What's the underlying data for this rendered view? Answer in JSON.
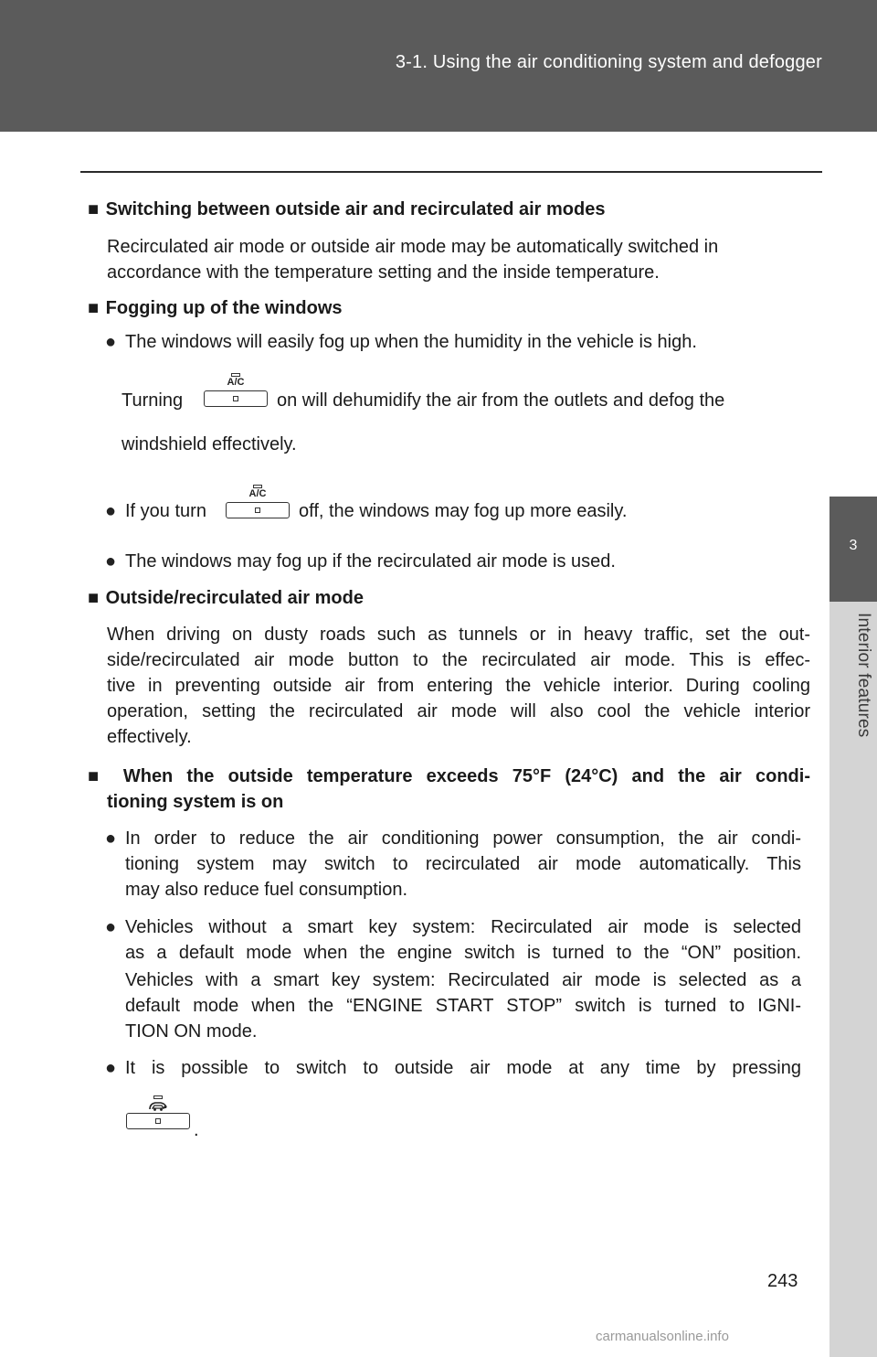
{
  "header": {
    "section_title": "3-1. Using the air conditioning system and defogger"
  },
  "side_tab": {
    "number": "3",
    "label": "Interior features"
  },
  "sections": {
    "switching": {
      "heading": "Switching between outside air and recirculated air modes",
      "line1": "Recirculated air mode or outside air mode may be automatically switched in",
      "line2": "accordance with the temperature setting and the inside temperature."
    },
    "fogging": {
      "heading": "Fogging up of the windows",
      "b1_line1": "The windows will easily fog up when the humidity in the vehicle is high.",
      "b1_line2_pre": "Turning",
      "b1_line2_post": "on will dehumidify the air from the outlets and defog the",
      "b1_line3": "windshield effectively.",
      "b2_pre": "If you turn",
      "b2_post": "off, the windows may fog up more easily.",
      "b3": "The windows may fog up if the recirculated air mode is used."
    },
    "mode": {
      "heading": "Outside/recirculated air mode",
      "line1": "When driving on dusty roads such as tunnels or in heavy traffic, set the out-",
      "line2": "side/recirculated air mode button to the recirculated air mode. This is effec-",
      "line3": "tive in preventing outside air from entering the vehicle interior. During cooling",
      "line4": "operation, setting the recirculated air mode will also cool the vehicle interior",
      "line5": "effectively."
    },
    "temperature": {
      "heading_line1": "When the outside temperature exceeds 75°F (24°C) and the air condi-",
      "heading_line2": "tioning system is on",
      "b1_line1": "In order to reduce the air conditioning power consumption, the air condi-",
      "b1_line2": "tioning system may switch to recirculated air mode automatically. This",
      "b1_line3": "may also reduce fuel consumption.",
      "b2_line1": "Vehicles without a smart key system: Recirculated air mode is selected",
      "b2_line2": "as a default mode when the engine switch is turned to the “ON” position.",
      "b2_line3": "Vehicles with a smart key system: Recirculated air mode is selected as a",
      "b2_line4": "default mode when the “ENGINE START STOP” switch is turned to IGNI-",
      "b2_line5": "TION ON mode.",
      "b3_line1": "It is possible to switch to outside air mode at any time by pressing",
      "b3_end": "."
    }
  },
  "buttons": {
    "ac_label": "A/C",
    "recirc_icon": "recirculate-car-icon"
  },
  "footer": {
    "page_number": "243",
    "watermark": "carmanualsonline.info"
  }
}
